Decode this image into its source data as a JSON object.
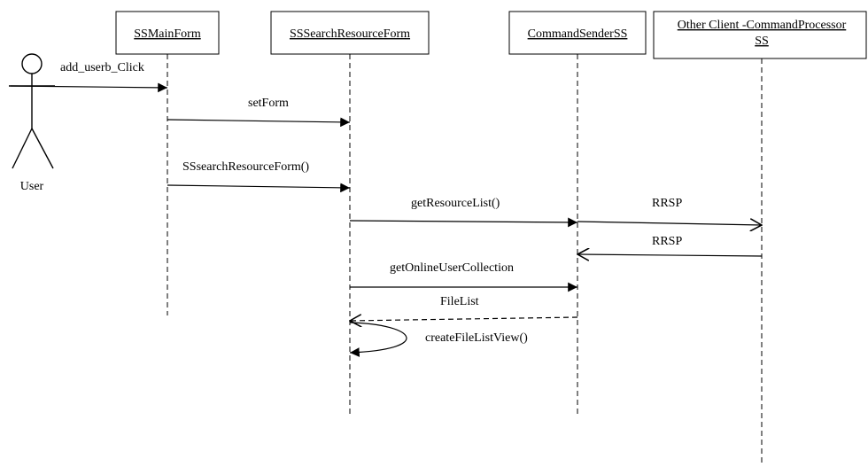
{
  "actor": {
    "name": "User"
  },
  "objects": {
    "main_form": "SSMainForm",
    "search_form": "SSSearchResourceForm",
    "command_sender": "CommandSenderSS",
    "processor_line1": "Other Client -CommandProcessor",
    "processor_line2": "SS"
  },
  "messages": {
    "add_userb": "add_userb_Click",
    "set_form": "setForm",
    "ss_search": "SSsearchResourceForm()",
    "get_resource_list": "getResourceList()",
    "rrsp_request": "RRSP",
    "rrsp_response": "RRSP",
    "get_online_users": "getOnlineUserCollection",
    "file_list": "FileList",
    "create_view": "createFileListView()"
  }
}
